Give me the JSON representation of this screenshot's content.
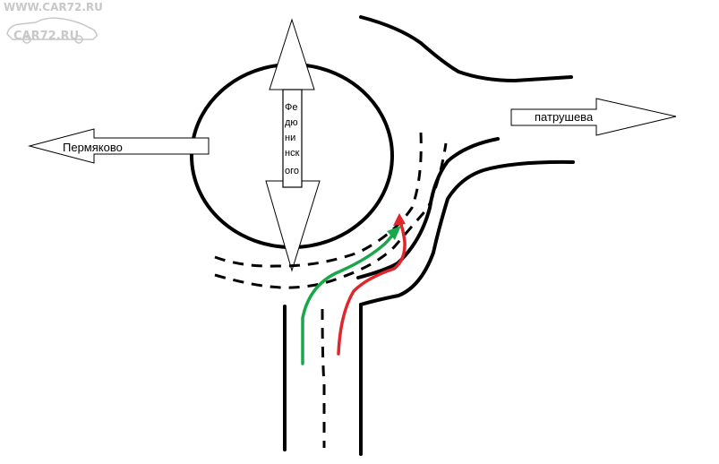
{
  "watermark": {
    "site_url": "WWW.CAR72.RU",
    "logo_text": "CAR72.RU",
    "color": "#c8c8c8"
  },
  "labels": {
    "left": "Пермяково",
    "right": "патрушева",
    "vertical_lines": [
      "Фе",
      "дю",
      "ни",
      "нск",
      "ого"
    ]
  },
  "colors": {
    "ink": "#000000",
    "path_green": "#1aa64a",
    "path_red": "#e0252b"
  }
}
